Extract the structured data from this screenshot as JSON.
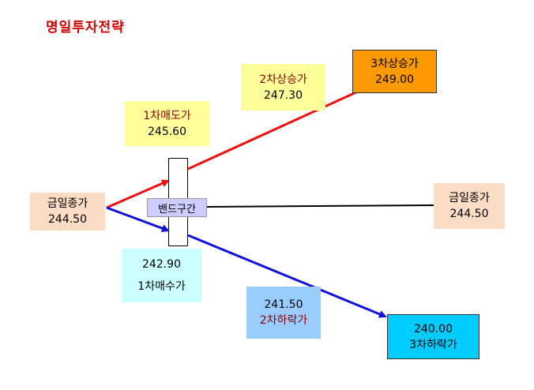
{
  "title": "명일투자전략",
  "current_close_left": {
    "label": "금일종가",
    "value": "244.50"
  },
  "sell1": {
    "label": "1차매도가",
    "value": "245.60"
  },
  "rise2": {
    "label": "2차상승가",
    "value": "247.30"
  },
  "rise3": {
    "label": "3차상승가",
    "value": "249.00"
  },
  "band": {
    "label": "밴드구간"
  },
  "current_close_right": {
    "label": "금일종가",
    "value": "244.50"
  },
  "buy1": {
    "value": "242.90",
    "label": "1차매수가"
  },
  "fall2": {
    "value": "241.50",
    "label": "2차하락가"
  },
  "fall3": {
    "value": "240.00",
    "label": "3차하락가"
  },
  "colors": {
    "up_line": "#ee1111",
    "down_line": "#1111dd",
    "flat_line": "#000000"
  }
}
